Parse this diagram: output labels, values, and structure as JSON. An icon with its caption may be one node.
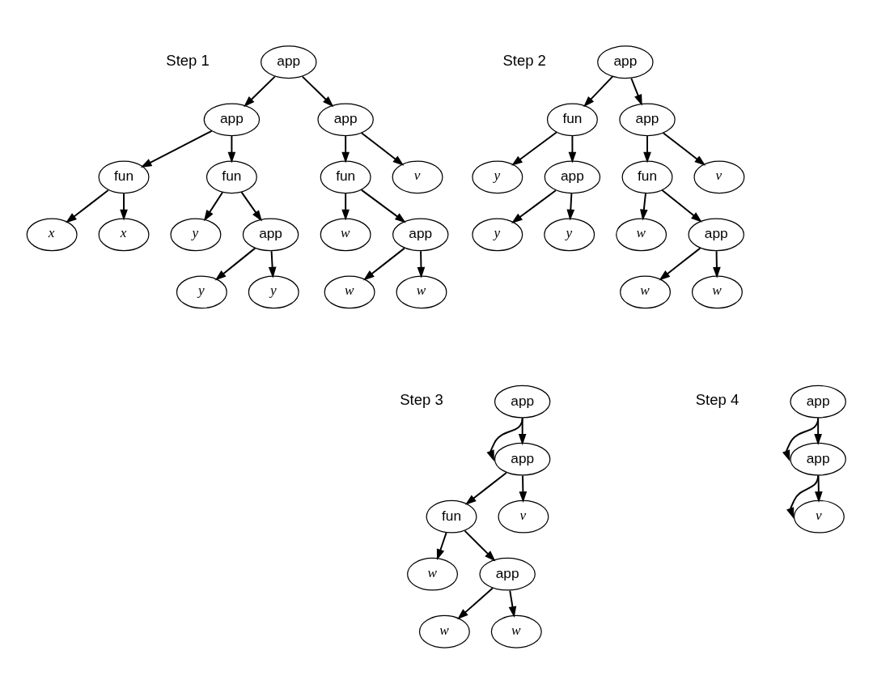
{
  "diagram": {
    "nodes": [
      {
        "text": [
          "app"
        ]
      },
      {
        "text": [
          "app"
        ]
      },
      {
        "text": [
          "app"
        ]
      },
      {
        "text": [
          "fun"
        ]
      },
      {
        "text": [
          "fun"
        ]
      },
      {
        "text": [
          "fun"
        ]
      },
      {
        "text": [
          "v"
        ]
      },
      {
        "text": [
          "x"
        ]
      },
      {
        "text": [
          "x"
        ]
      },
      {
        "text": [
          "y"
        ]
      },
      {
        "text": [
          "app"
        ]
      },
      {
        "text": [
          "w"
        ]
      },
      {
        "text": [
          "app"
        ]
      },
      {
        "text": [
          "y"
        ]
      },
      {
        "text": [
          "y"
        ]
      },
      {
        "text": [
          "w"
        ]
      },
      {
        "text": [
          "w"
        ]
      },
      {
        "text": [
          "app"
        ]
      },
      {
        "text": [
          "fun"
        ]
      },
      {
        "text": [
          "app"
        ]
      },
      {
        "text": [
          "y"
        ]
      },
      {
        "text": [
          "app"
        ]
      },
      {
        "text": [
          "fun"
        ]
      },
      {
        "text": [
          "v"
        ]
      },
      {
        "text": [
          "y"
        ]
      },
      {
        "text": [
          "y"
        ]
      },
      {
        "text": [
          "w"
        ]
      },
      {
        "text": [
          "app"
        ]
      },
      {
        "text": [
          "w"
        ]
      },
      {
        "text": [
          "w"
        ]
      },
      {
        "text": [
          "app"
        ]
      },
      {
        "text": [
          "app"
        ]
      },
      {
        "text": [
          "fun"
        ]
      },
      {
        "text": [
          "v"
        ]
      },
      {
        "text": [
          "w"
        ]
      },
      {
        "text": [
          "app"
        ]
      },
      {
        "text": [
          "w"
        ]
      },
      {
        "text": [
          "w"
        ]
      },
      {
        "text": [
          "app"
        ]
      },
      {
        "text": [
          "app"
        ]
      },
      {
        "text": [
          "v"
        ]
      }
    ],
    "edges": [
      {
        "from": 0,
        "to": 1,
        "arrow": "to"
      },
      {
        "from": 0,
        "to": 2,
        "arrow": "to"
      },
      {
        "from": 1,
        "to": 3,
        "arrow": "to"
      },
      {
        "from": 1,
        "to": 4,
        "arrow": "to"
      },
      {
        "from": 2,
        "to": 5,
        "arrow": "to"
      },
      {
        "from": 2,
        "to": 6,
        "arrow": "to"
      },
      {
        "from": 3,
        "to": 7,
        "arrow": "to"
      },
      {
        "from": 3,
        "to": 8,
        "arrow": "to"
      },
      {
        "from": 4,
        "to": 9,
        "arrow": "to"
      },
      {
        "from": 4,
        "to": 10,
        "arrow": "to"
      },
      {
        "from": 5,
        "to": 11,
        "arrow": "to"
      },
      {
        "from": 5,
        "to": 12,
        "arrow": "to"
      },
      {
        "from": 10,
        "to": 13,
        "arrow": "to"
      },
      {
        "from": 10,
        "to": 14,
        "arrow": "to"
      },
      {
        "from": 12,
        "to": 15,
        "arrow": "to"
      },
      {
        "from": 12,
        "to": 16,
        "arrow": "to"
      },
      {
        "from": 17,
        "to": 18,
        "arrow": "to"
      },
      {
        "from": 17,
        "to": 19,
        "arrow": "to"
      },
      {
        "from": 18,
        "to": 20,
        "arrow": "to"
      },
      {
        "from": 18,
        "to": 21,
        "arrow": "to"
      },
      {
        "from": 19,
        "to": 22,
        "arrow": "to"
      },
      {
        "from": 19,
        "to": 23,
        "arrow": "to"
      },
      {
        "from": 21,
        "to": 24,
        "arrow": "to"
      },
      {
        "from": 21,
        "to": 25,
        "arrow": "to"
      },
      {
        "from": 22,
        "to": 26,
        "arrow": "to"
      },
      {
        "from": 22,
        "to": 27,
        "arrow": "to"
      },
      {
        "from": 27,
        "to": 28,
        "arrow": "to"
      },
      {
        "from": 27,
        "to": 29,
        "arrow": "to"
      },
      {
        "from": 30,
        "to": 31,
        "arrow": "to"
      },
      {
        "from": 30,
        "to": 31,
        "arrow": "to"
      },
      {
        "from": 31,
        "to": 32,
        "arrow": "to"
      },
      {
        "from": 31,
        "to": 33,
        "arrow": "to"
      },
      {
        "from": 32,
        "to": 34,
        "arrow": "to"
      },
      {
        "from": 32,
        "to": 35,
        "arrow": "to"
      },
      {
        "from": 35,
        "to": 36,
        "arrow": "to"
      },
      {
        "from": 35,
        "to": 37,
        "arrow": "to"
      },
      {
        "from": 38,
        "to": 39,
        "arrow": "to"
      },
      {
        "from": 38,
        "to": 39,
        "arrow": "to"
      },
      {
        "from": 39,
        "to": 40,
        "arrow": "to"
      },
      {
        "from": 39,
        "to": 40,
        "arrow": "to"
      }
    ],
    "labels": [
      "Step 1",
      "Step 2",
      "Step 3",
      "Step 4"
    ]
  }
}
